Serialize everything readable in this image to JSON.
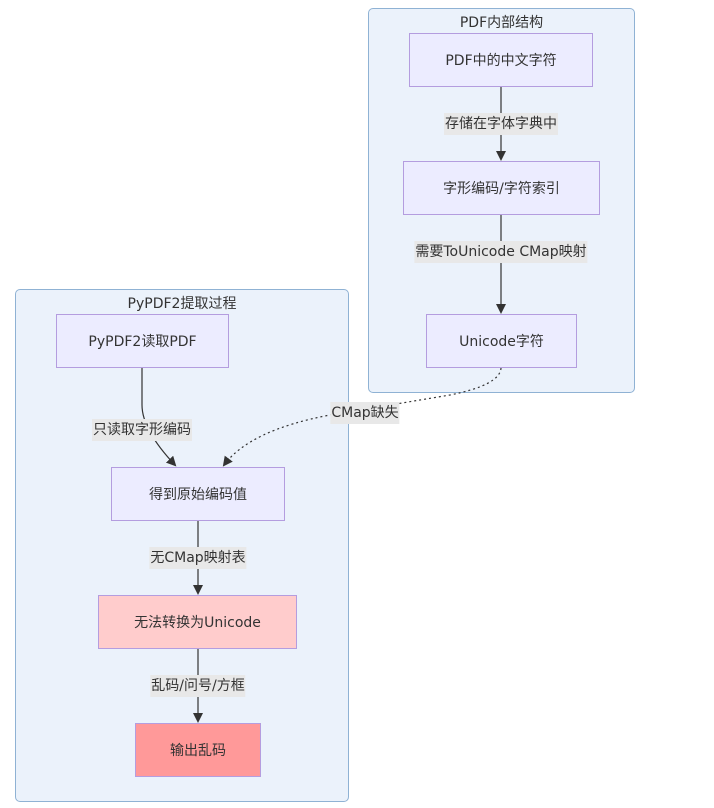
{
  "clusters": {
    "pdf_internal": {
      "title": "PDF内部结构"
    },
    "pypdf2_process": {
      "title": "PyPDF2提取过程"
    }
  },
  "nodes": {
    "pdf_chinese_chars": "PDF中的中文字符",
    "glyph_code": "字形编码/字符索引",
    "unicode_char": "Unicode字符",
    "pypdf2_read": "PyPDF2读取PDF",
    "raw_code": "得到原始编码值",
    "cannot_convert": "无法转换为Unicode",
    "output_garbled": "输出乱码"
  },
  "edges": {
    "store_in_font_dict": "存储在字体字典中",
    "need_tounicode": "需要ToUnicode CMap映射",
    "cmap_missing": "CMap缺失",
    "read_glyph_only": "只读取字形编码",
    "no_cmap_table": "无CMap映射表",
    "garbled_marks": "乱码/问号/方框"
  },
  "colors": {
    "cluster_fill": "#ebf2fb",
    "cluster_border": "#8fb2d4",
    "node_fill": "#ececff",
    "node_border": "#b49ddf",
    "warn_fill": "#ffcccc",
    "error_fill": "#ff9999",
    "edge_label_bg": "#e8e8e8"
  }
}
